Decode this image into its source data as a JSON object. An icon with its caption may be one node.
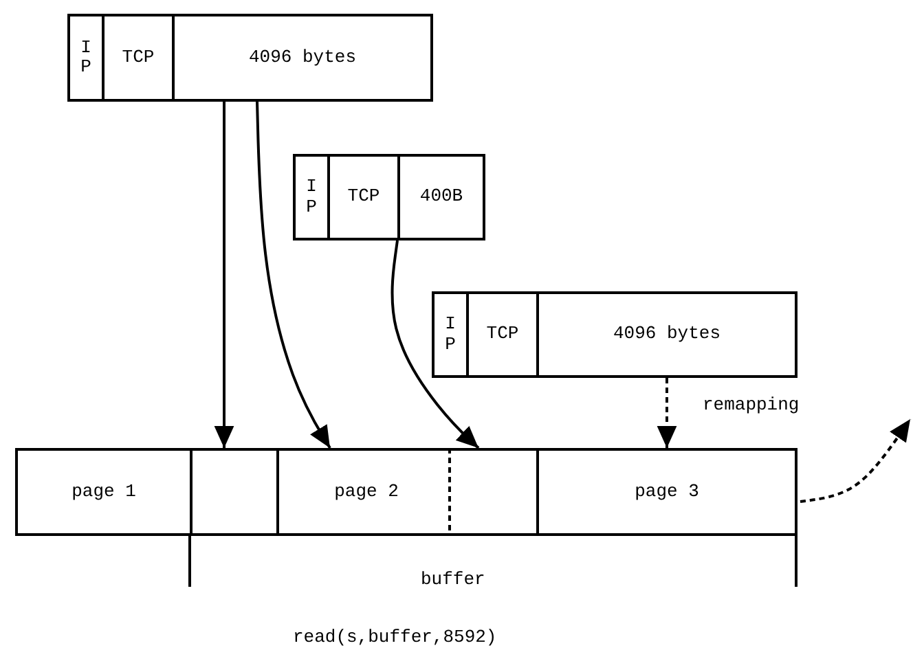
{
  "diagram": {
    "nodes": [
      {
        "text": [
          "IP"
        ]
      },
      {
        "text": [
          "TCP"
        ]
      },
      {
        "text": [
          "4096 bytes"
        ]
      },
      {
        "text": [
          "IP"
        ]
      },
      {
        "text": [
          "TCP"
        ]
      },
      {
        "text": [
          "400B"
        ]
      },
      {
        "text": [
          "IP"
        ]
      },
      {
        "text": [
          "TCP"
        ]
      },
      {
        "text": [
          "4096 bytes"
        ]
      },
      {
        "text": [
          "page 1"
        ]
      },
      {
        "text": [],
        "shape": "box"
      },
      {
        "text": [
          "page 2"
        ]
      },
      {
        "text": [
          "page 3"
        ]
      }
    ],
    "edges": [
      {
        "from": 2,
        "to": 10,
        "arrow": "to"
      },
      {
        "from": 2,
        "to": 11,
        "arrow": "to"
      },
      {
        "from": 5,
        "to": 11,
        "arrow": "to"
      },
      {
        "from": 8,
        "to": 12,
        "arrow": "to",
        "label": "remapping",
        "style": "dashed"
      },
      {
        "from": 12,
        "to": null,
        "arrow": "to",
        "style": "dashed"
      }
    ],
    "labels": [
      "buffer",
      "read(s,buffer,8592)"
    ]
  }
}
